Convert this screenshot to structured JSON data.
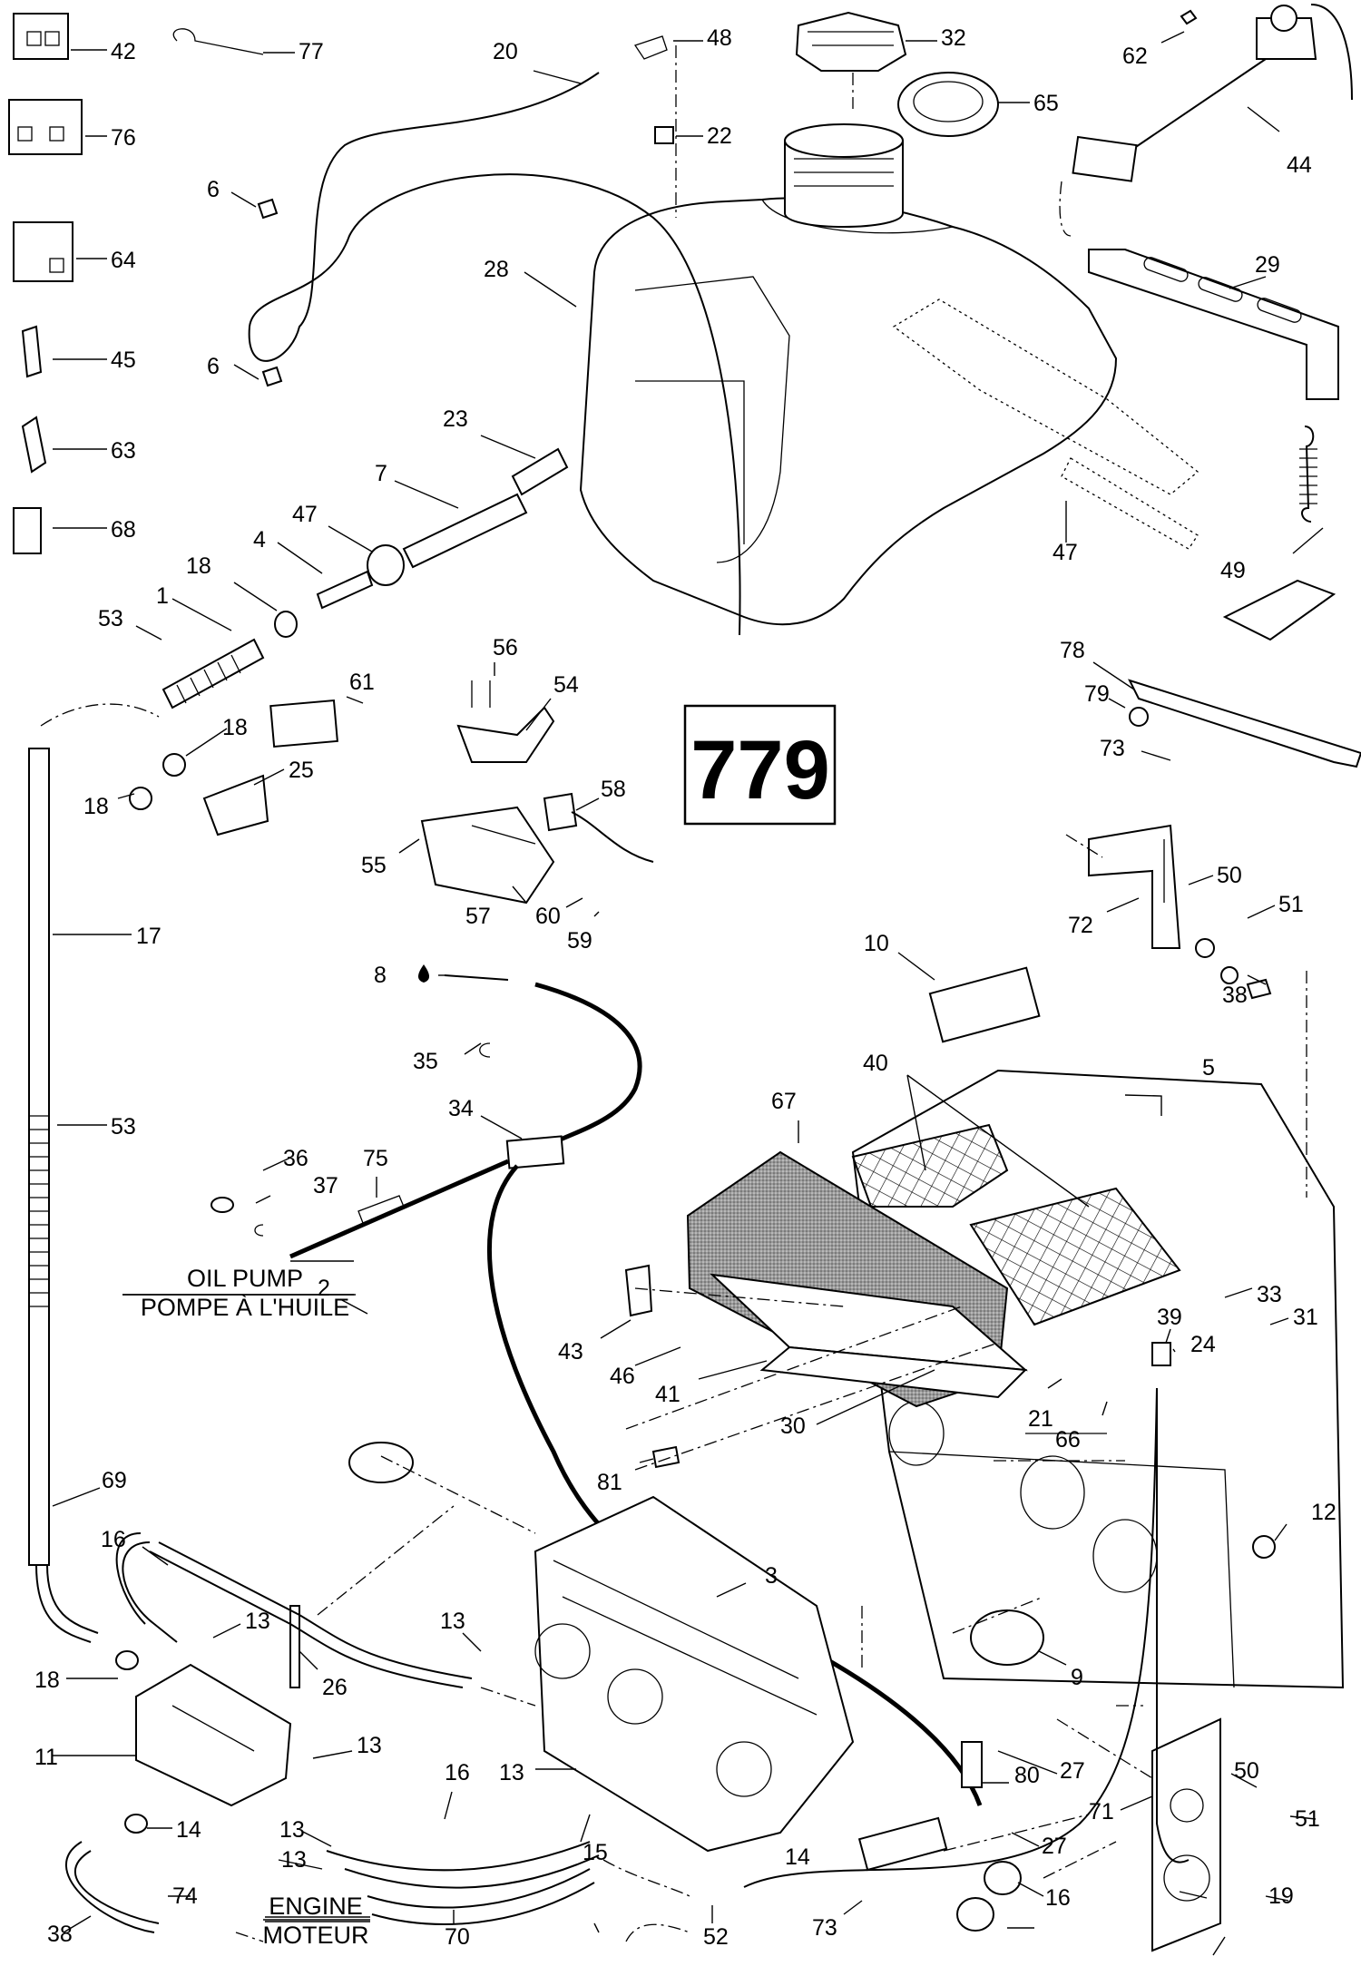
{
  "diagram": {
    "title": "779",
    "notes": {
      "oil_pump_en": "OIL PUMP",
      "oil_pump_fr": "POMPE À L'HUILE",
      "engine_en": "ENGINE",
      "engine_fr": "MOTEUR"
    },
    "callouts": [
      {
        "id": "c42",
        "label": "42"
      },
      {
        "id": "c77",
        "label": "77"
      },
      {
        "id": "c20",
        "label": "20"
      },
      {
        "id": "c48",
        "label": "48"
      },
      {
        "id": "c32",
        "label": "32"
      },
      {
        "id": "c62",
        "label": "62"
      },
      {
        "id": "c76",
        "label": "76"
      },
      {
        "id": "c22",
        "label": "22"
      },
      {
        "id": "c65",
        "label": "65"
      },
      {
        "id": "c44",
        "label": "44"
      },
      {
        "id": "c6a",
        "label": "6"
      },
      {
        "id": "c64",
        "label": "64"
      },
      {
        "id": "c28",
        "label": "28"
      },
      {
        "id": "c29",
        "label": "29"
      },
      {
        "id": "c45",
        "label": "45"
      },
      {
        "id": "c6b",
        "label": "6"
      },
      {
        "id": "c23",
        "label": "23"
      },
      {
        "id": "c63",
        "label": "63"
      },
      {
        "id": "c7",
        "label": "7"
      },
      {
        "id": "c47a",
        "label": "47"
      },
      {
        "id": "c68",
        "label": "68"
      },
      {
        "id": "c4",
        "label": "4"
      },
      {
        "id": "c47b",
        "label": "47"
      },
      {
        "id": "c49",
        "label": "49"
      },
      {
        "id": "c18a",
        "label": "18"
      },
      {
        "id": "c1",
        "label": "1"
      },
      {
        "id": "c53a",
        "label": "53"
      },
      {
        "id": "c78",
        "label": "78"
      },
      {
        "id": "c56",
        "label": "56"
      },
      {
        "id": "c61",
        "label": "61"
      },
      {
        "id": "c54",
        "label": "54"
      },
      {
        "id": "c79",
        "label": "79"
      },
      {
        "id": "c18b",
        "label": "18"
      },
      {
        "id": "c25",
        "label": "25"
      },
      {
        "id": "c73a",
        "label": "73"
      },
      {
        "id": "c18c",
        "label": "18"
      },
      {
        "id": "c58",
        "label": "58"
      },
      {
        "id": "c55",
        "label": "55"
      },
      {
        "id": "c50a",
        "label": "50"
      },
      {
        "id": "c51a",
        "label": "51"
      },
      {
        "id": "c57",
        "label": "57"
      },
      {
        "id": "c60",
        "label": "60"
      },
      {
        "id": "c59",
        "label": "59"
      },
      {
        "id": "c72",
        "label": "72"
      },
      {
        "id": "c17",
        "label": "17"
      },
      {
        "id": "c38a",
        "label": "38"
      },
      {
        "id": "c10",
        "label": "10"
      },
      {
        "id": "c8",
        "label": "8"
      },
      {
        "id": "c35",
        "label": "35"
      },
      {
        "id": "c40",
        "label": "40"
      },
      {
        "id": "c5",
        "label": "5"
      },
      {
        "id": "c67",
        "label": "67"
      },
      {
        "id": "c34",
        "label": "34"
      },
      {
        "id": "c53b",
        "label": "53"
      },
      {
        "id": "c36",
        "label": "36"
      },
      {
        "id": "c37",
        "label": "37"
      },
      {
        "id": "c75",
        "label": "75"
      },
      {
        "id": "c43",
        "label": "43"
      },
      {
        "id": "c39",
        "label": "39"
      },
      {
        "id": "c24",
        "label": "24"
      },
      {
        "id": "c46",
        "label": "46"
      },
      {
        "id": "c41",
        "label": "41"
      },
      {
        "id": "c2",
        "label": "2"
      },
      {
        "id": "c33",
        "label": "33"
      },
      {
        "id": "c31",
        "label": "31"
      },
      {
        "id": "c21",
        "label": "21"
      },
      {
        "id": "c66",
        "label": "66"
      },
      {
        "id": "c30",
        "label": "30"
      },
      {
        "id": "c81",
        "label": "81"
      },
      {
        "id": "c69",
        "label": "69"
      },
      {
        "id": "c12",
        "label": "12"
      },
      {
        "id": "c16a",
        "label": "16"
      },
      {
        "id": "c3",
        "label": "3"
      },
      {
        "id": "c13a",
        "label": "13"
      },
      {
        "id": "c13b",
        "label": "13"
      },
      {
        "id": "c26",
        "label": "26"
      },
      {
        "id": "c18d",
        "label": "18"
      },
      {
        "id": "c9",
        "label": "9"
      },
      {
        "id": "c11",
        "label": "11"
      },
      {
        "id": "c13c",
        "label": "13"
      },
      {
        "id": "c16b",
        "label": "16"
      },
      {
        "id": "c13d",
        "label": "13"
      },
      {
        "id": "c27a",
        "label": "27"
      },
      {
        "id": "c14a",
        "label": "14"
      },
      {
        "id": "c13e",
        "label": "13"
      },
      {
        "id": "c80",
        "label": "80"
      },
      {
        "id": "c50b",
        "label": "50"
      },
      {
        "id": "c71",
        "label": "71"
      },
      {
        "id": "c51b",
        "label": "51"
      },
      {
        "id": "c27b",
        "label": "27"
      },
      {
        "id": "c13f",
        "label": "13"
      },
      {
        "id": "c14b",
        "label": "14"
      },
      {
        "id": "c15",
        "label": "15"
      },
      {
        "id": "c74",
        "label": "74"
      },
      {
        "id": "c38b",
        "label": "38"
      },
      {
        "id": "c16c",
        "label": "16"
      },
      {
        "id": "c19",
        "label": "19"
      },
      {
        "id": "c70",
        "label": "70"
      },
      {
        "id": "c52",
        "label": "52"
      },
      {
        "id": "c73b",
        "label": "73"
      }
    ]
  }
}
